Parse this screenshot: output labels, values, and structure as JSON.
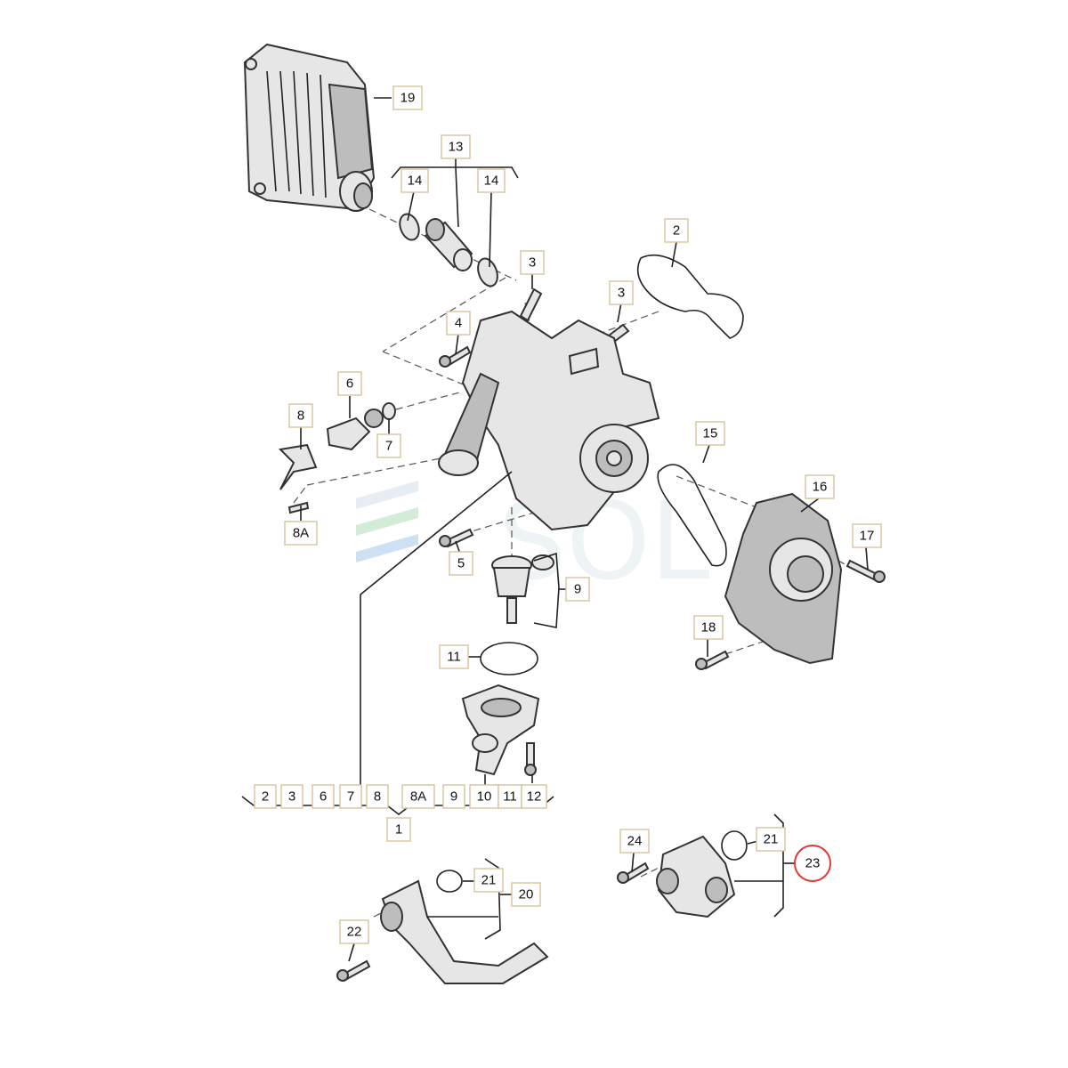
{
  "callouts": {
    "c1": "1",
    "c2": "2",
    "c3a": "3",
    "c3b": "3",
    "c4": "4",
    "c5": "5",
    "c6": "6",
    "c7": "7",
    "c8": "8",
    "c8a": "8A",
    "c9": "9",
    "c11": "11",
    "c13": "13",
    "c14a": "14",
    "c14b": "14",
    "c15": "15",
    "c16": "16",
    "c17": "17",
    "c18": "18",
    "c19": "19",
    "c20": "20",
    "c21a": "21",
    "c21b": "21",
    "c22": "22",
    "c23": "23",
    "c24": "24"
  },
  "assembly_row": [
    "2",
    "3",
    "6",
    "7",
    "8",
    "8A",
    "9",
    "10",
    "11",
    "12"
  ],
  "watermark": "SOL",
  "highlight_color": "#e53935"
}
